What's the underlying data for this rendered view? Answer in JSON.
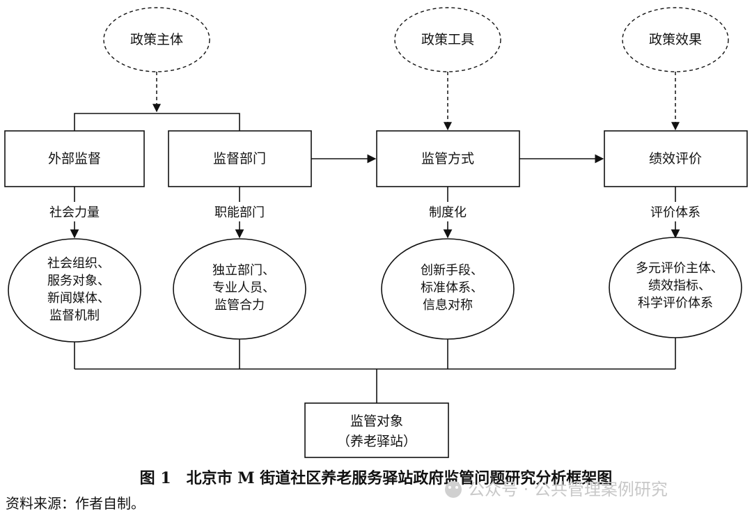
{
  "policy_nodes": {
    "subject": "政策主体",
    "tool": "政策工具",
    "effect": "政策效果"
  },
  "boxes": {
    "external_supervision": "外部监督",
    "supervision_department": "监督部门",
    "regulation_method": "监管方式",
    "performance_evaluation": "绩效评价",
    "target_line1": "监管对象",
    "target_line2": "（养老驿站）"
  },
  "connector_labels": {
    "social_force": "社会力量",
    "functional_department": "职能部门",
    "institutionalization": "制度化",
    "evaluation_system": "评价体系"
  },
  "ellipses": {
    "social": [
      "社会组织、",
      "服务对象、",
      "新闻媒体、",
      "监督机制"
    ],
    "department": [
      "独立部门、",
      "专业人员、",
      "监管合力"
    ],
    "method": [
      "创新手段、",
      "标准体系、",
      "信息对称"
    ],
    "evaluation": [
      "多元评价主体、",
      "绩效指标、",
      "科学评价体系"
    ]
  },
  "caption": "图 1　北京市 M 街道社区养老服务驿站政府监管问题研究分析框架图",
  "source": "资料来源：作者自制。",
  "watermark": "公众号 · 公共管理案例研究"
}
